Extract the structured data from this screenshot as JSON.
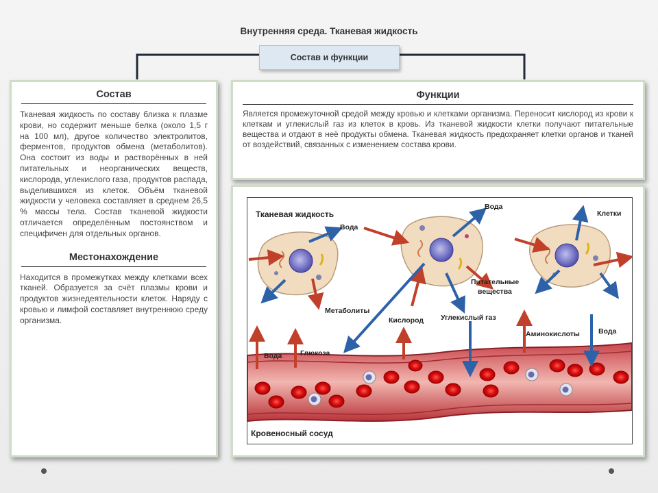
{
  "page": {
    "title": "Внутренняя среда. Тканевая жидкость",
    "subtitle": "Состав и функции"
  },
  "left": {
    "composition_heading": "Состав",
    "composition_text": "Тканевая жидкость по составу близка к плазме крови, но содержит меньше белка (около 1,5 г на 100 мл), другое количество электролитов, ферментов, продуктов обмена (метаболитов). Она состоит из воды и растворённых в ней питательных и неорганических веществ, кислорода, углекислого газа, продуктов распада, выделившихся из клеток. Объём тканевой жидкости у человека составляет в среднем 26,5 % массы тела. Состав тканевой жидкости отличается определённым постоянством и специфичен для отдельных органов.",
    "location_heading": "Местонахождение",
    "location_text": "Находится в промежутках между клетками всех тканей. Образуется за счёт плазмы крови и продуктов жизнедеятельности клеток. Наряду с кровью и лимфой составляет внутреннюю среду организма."
  },
  "functions": {
    "heading": "Функции",
    "text": "Является промежуточной средой между кровью и клетками организма. Переносит кислород из крови к клеткам и углекислый газ из клеток в кровь. Из тканевой жидкости клетки получают питательные вещества и отдают в неё продукты обмена. Тканевая жидкость предохраняет клетки органов и тканей от воздействий, связанных с изменением состава крови."
  },
  "diagram": {
    "label_tissue_fluid": "Тканевая жидкость",
    "label_water_cell1": "Вода",
    "label_water_top": "Вода",
    "label_cells": "Клетки",
    "label_metabolites": "Метаболиты",
    "label_nutrients_1": "Питательные",
    "label_nutrients_2": "вещества",
    "label_oxygen": "Кислород",
    "label_co2": "Углекислый газ",
    "label_amino": "Аминокислоты",
    "label_water_right": "Вода",
    "label_water_left": "Вода",
    "label_glucose": "Глюкоза",
    "label_vessel": "Кровеносный сосуд",
    "colors": {
      "in_arrow": "#c0402a",
      "out_arrow": "#2e62a8",
      "cell_fill": "#f2dcc0",
      "vessel": "#b4343a",
      "rbc": "#e41e1e"
    }
  }
}
